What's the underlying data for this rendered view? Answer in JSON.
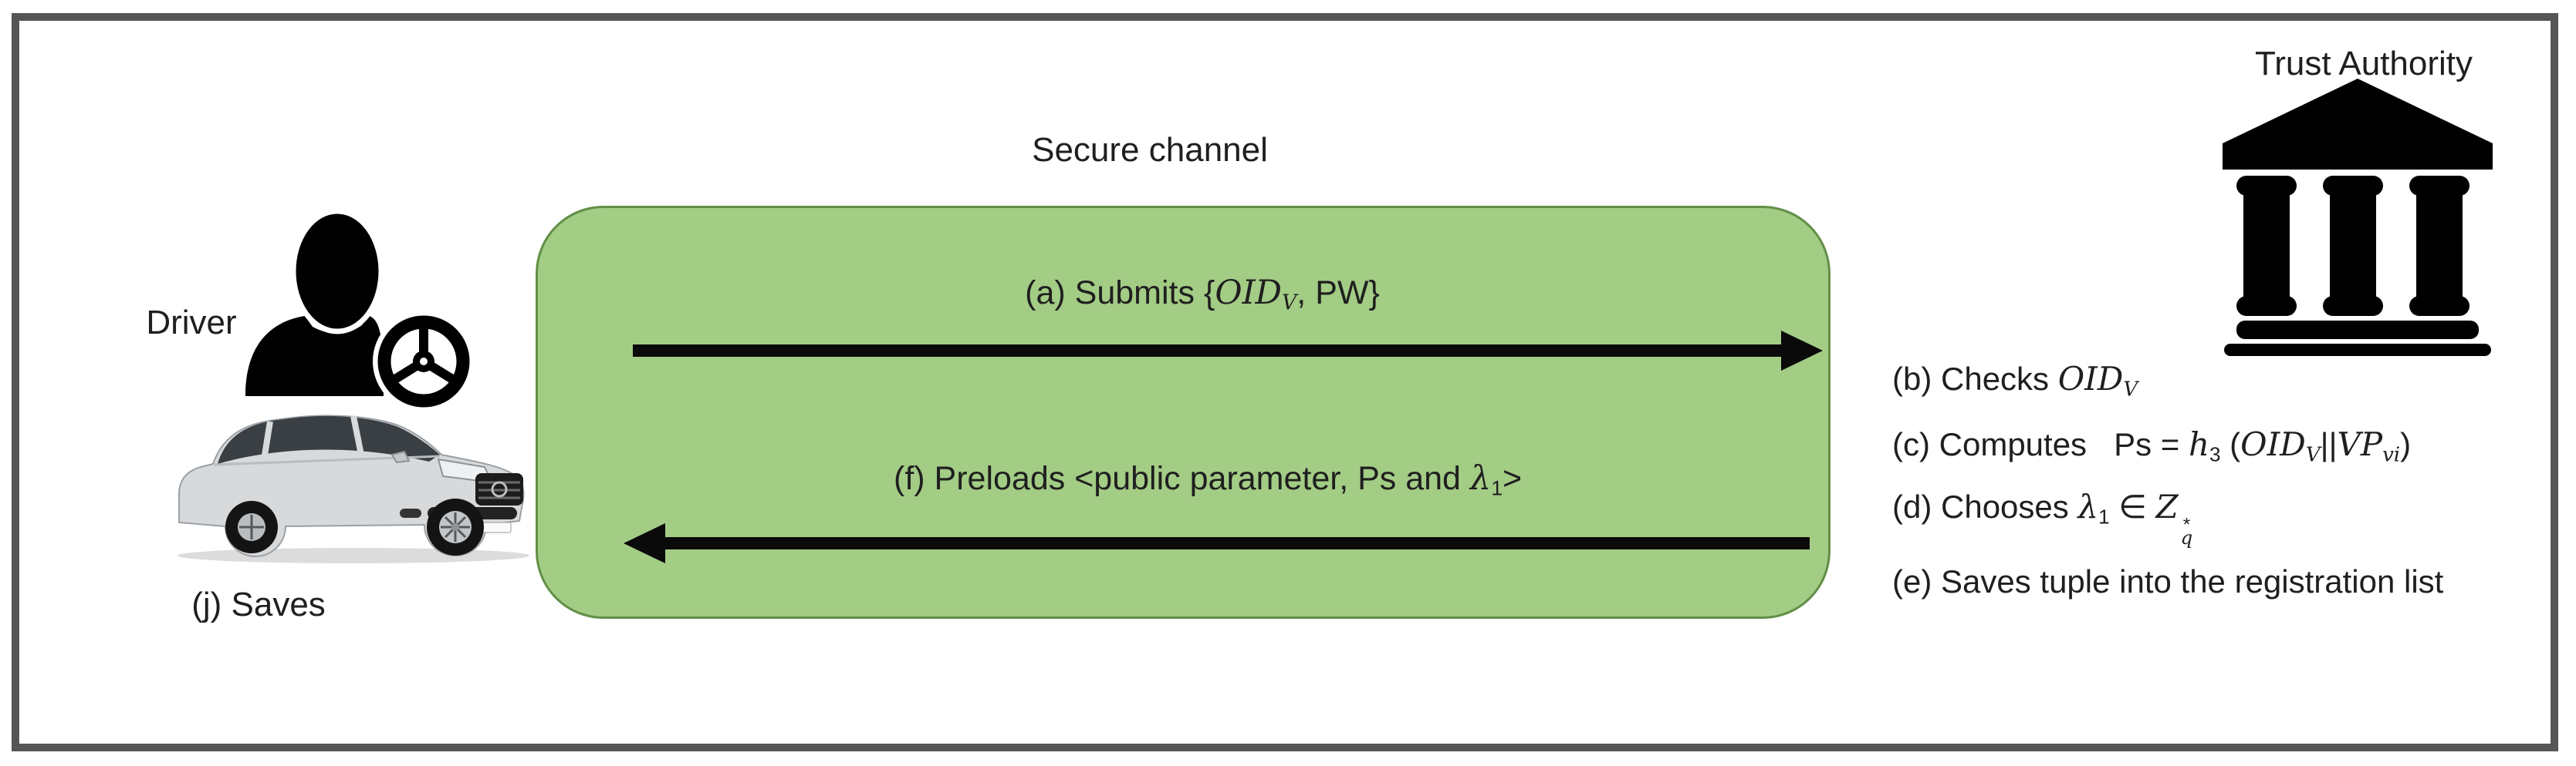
{
  "window": {
    "kind": "protocol-diagram",
    "frame_color": "#565656",
    "background": "#ffffff"
  },
  "secure_channel": {
    "label": "Secure channel",
    "box_fill": "#a3cc85",
    "box_border": "#628f47"
  },
  "driver": {
    "label": "Driver",
    "save_note_html": "(j) Saves",
    "icons": [
      "person-silhouette-icon",
      "steering-wheel-icon",
      "sedan-car-image"
    ]
  },
  "trust_authority": {
    "label": "Trust Authority",
    "icon": "bank-building-icon"
  },
  "messages": [
    {
      "id": "a",
      "direction": "right",
      "from": "Driver",
      "to": "Trust Authority",
      "label_html": "(a) Submits {<span class='m'>OID</span><sub class='m'>V</sub>, PW}",
      "arrow_color": "#0a0a0a"
    },
    {
      "id": "f",
      "direction": "left",
      "from": "Trust Authority",
      "to": "Driver",
      "label_html": "(f) Preloads &lt;public parameter, Ps and <span class='m'>&#955;</span><sub>1</sub>&gt;",
      "arrow_color": "#0a0a0a"
    }
  ],
  "ta_steps": [
    {
      "label_html": "(b) Checks <span class='m'>OID</span><sub class='m'>V</sub>"
    },
    {
      "label_html": "(c) Computes&nbsp;&nbsp; Ps = <span class='m'>h</span><sub>3</sub> (<span class='m'>OID</span><sub class='m'>V</sub>||<span class='m'>VP</span><sub class='m'>vi</sub>)"
    },
    {
      "label_html": "(d) Chooses <span class='m'>&#955;</span><sub>1</sub> &#8712; <span class='m'>Z</span><span class='stk'><span>*</span><span class='m'>q</span></span>"
    },
    {
      "label_html": "(e) Saves tuple into the registration list"
    }
  ]
}
